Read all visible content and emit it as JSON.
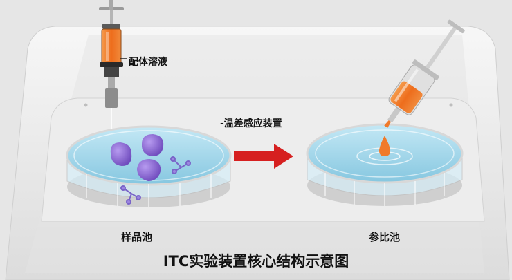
{
  "labels": {
    "ligand_solution": "配体溶液",
    "sensor": "-温差感应装置",
    "sample_cell": "样品池",
    "reference_cell": "参比池",
    "figure_title": "ITC实验装置核心结构示意图"
  },
  "colors": {
    "background": "#e6e6e6",
    "housing": "#f2f2f2",
    "platform": "#ececec",
    "water": "#a9d9ec",
    "syringe_liquid": "#f07a2a",
    "molecule": "#8f6bd6",
    "arrow": "#d62020"
  },
  "icons": {
    "flow_arrow": "right-arrow-icon",
    "left_syringe": "syringe-icon",
    "right_syringe": "syringe-icon"
  }
}
